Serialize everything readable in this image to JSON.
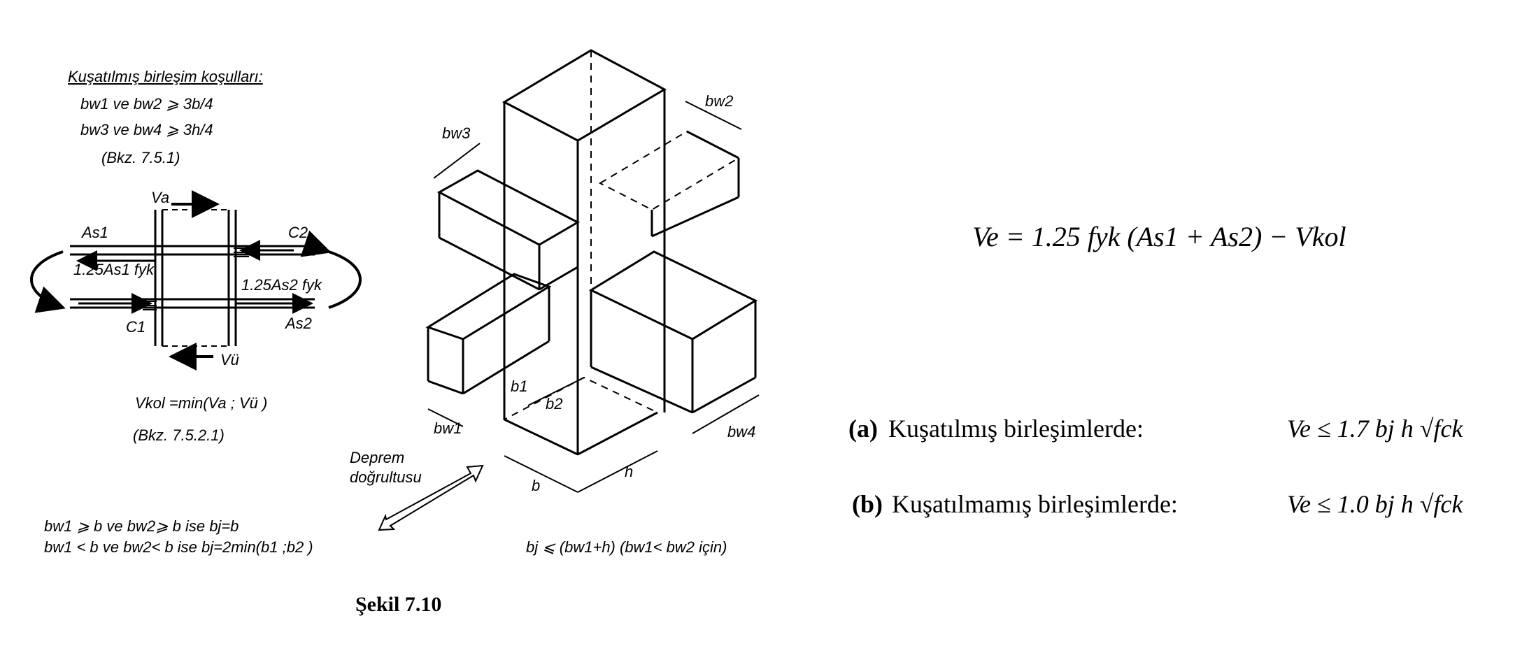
{
  "left_notes": {
    "title": "Kuşatılmış birleşim koşulları:",
    "cond1": "bw1 ve bw2 ⩾ 3b/4",
    "cond2": "bw3 ve bw4 ⩾ 3h/4",
    "ref1": "(Bkz. 7.5.1)",
    "vkol": "Vkol =min(Va ; Vü )",
    "ref2": "(Bkz. 7.5.2.1)",
    "bottom1": "bw1 ⩾ b ve bw2⩾ b ise bj=b",
    "bottom2": "bw1 < b ve bw2< b ise bj=2min(b1 ;b2 )",
    "bottom_right": "bj ⩽ (bw1+h) (bw1< bw2 için)"
  },
  "joint_labels": {
    "va": "Va",
    "vu": "Vü",
    "as1": "As1",
    "as2": "As2",
    "c1": "C1",
    "c2": "C2",
    "f1": "1.25As1 fyk",
    "f2": "1.25As2 fyk"
  },
  "iso_labels": {
    "bw1": "bw1",
    "bw2": "bw2",
    "bw3": "bw3",
    "bw4": "bw4",
    "b1": "b1",
    "b2": "b2",
    "b": "b",
    "h": "h",
    "deprem1": "Deprem",
    "deprem2": "doğrultusu"
  },
  "caption": "Şekil 7.10",
  "equations": {
    "main": "Ve = 1.25 fyk (As1 + As2) − Vkol",
    "a_label": "(a)",
    "a_text": "Kuşatılmış birleşimlerde:",
    "a_eq": "Ve ≤ 1.7 bj h √fck",
    "b_label": "(b)",
    "b_text": "Kuşatılmamış birleşimlerde:",
    "b_eq": "Ve ≤ 1.0 bj h √fck"
  }
}
